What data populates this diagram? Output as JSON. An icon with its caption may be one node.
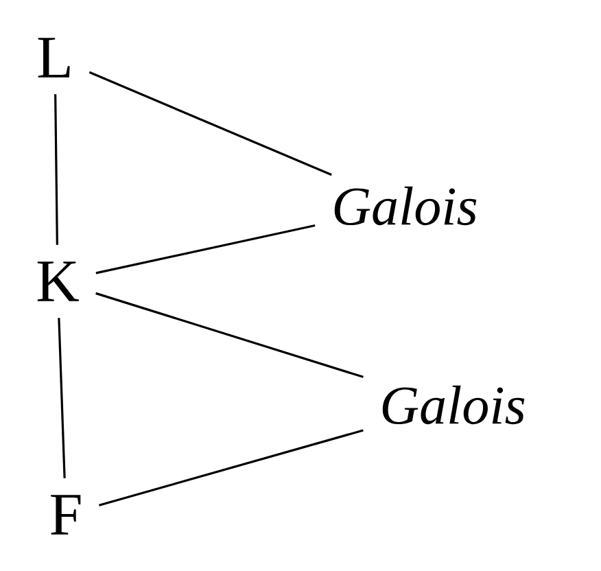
{
  "diagram": {
    "nodes": [
      {
        "text": [
          "L"
        ]
      },
      {
        "text": [
          "K"
        ]
      },
      {
        "text": [
          "F"
        ]
      },
      {
        "text": [
          "Galois"
        ]
      },
      {
        "text": [
          "Galois"
        ]
      }
    ],
    "edges": [
      {
        "from": 0,
        "to": 1,
        "arrow": "none"
      },
      {
        "from": 1,
        "to": 2,
        "arrow": "none"
      },
      {
        "from": 0,
        "to": 3,
        "arrow": "none"
      },
      {
        "from": 1,
        "to": 3,
        "arrow": "none"
      },
      {
        "from": 1,
        "to": 4,
        "arrow": "none"
      },
      {
        "from": 2,
        "to": 4,
        "arrow": "none"
      }
    ]
  }
}
